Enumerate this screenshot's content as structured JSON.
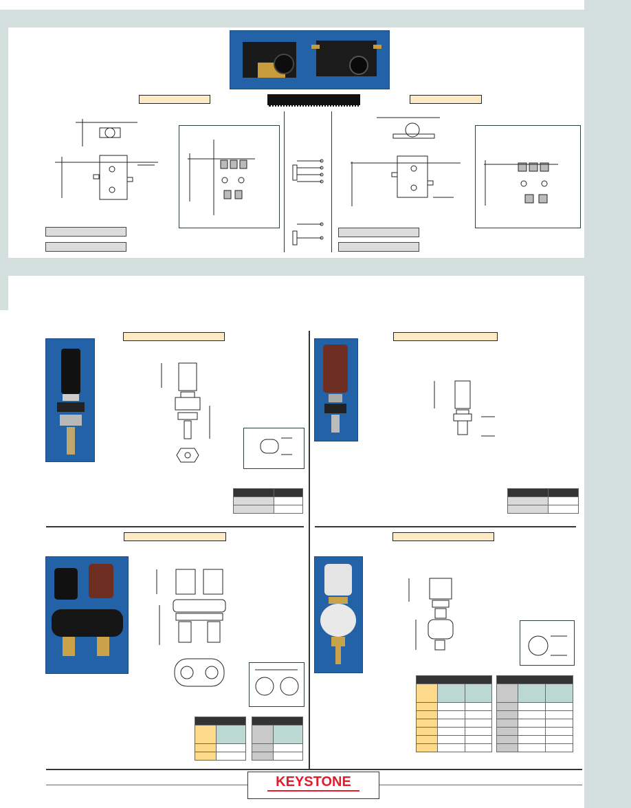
{
  "brand": {
    "logo_text": "KEYSTONE"
  },
  "colors": {
    "side_band": "#d3dfdc",
    "header_fill": "#fde9c4",
    "photo_blue": "#2462a8",
    "logo_red": "#e31b2b"
  },
  "icons": [
    "product-photo",
    "dimension-drawing",
    "pcb-layout",
    "schematic-symbol"
  ]
}
